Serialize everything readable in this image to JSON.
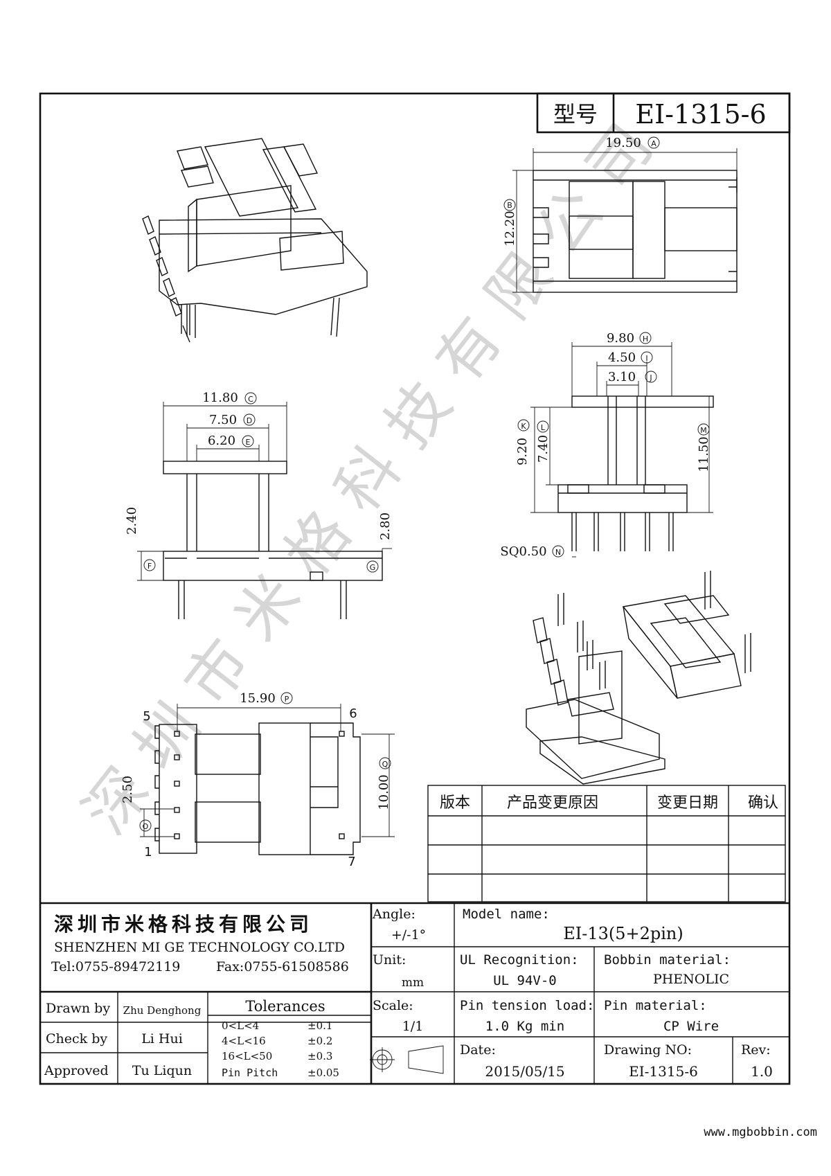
{
  "header": {
    "type_label": "型号",
    "model_code": "EI-1315-6"
  },
  "dimensions": {
    "a": "19.50",
    "b": "12.20",
    "c": "11.80",
    "d": "7.50",
    "e": "6.20",
    "f": "2.40",
    "g": "2.80",
    "h": "9.80",
    "i": "4.50",
    "j": "3.10",
    "k": "9.20",
    "l": "7.40",
    "m": "11.50",
    "n": "SQ0.50",
    "p": "15.90",
    "q": "10.00",
    "o": "2.50"
  },
  "markers": {
    "a": "A",
    "b": "B",
    "c": "C",
    "d": "D",
    "e": "E",
    "f": "F",
    "g": "G",
    "h": "H",
    "i": "I",
    "j": "J",
    "k": "K",
    "l": "L",
    "m": "M",
    "n": "N",
    "o": "O",
    "p": "P",
    "q": "Q"
  },
  "pins": {
    "p5": "5",
    "p6": "6",
    "p1": "1",
    "p7": "7"
  },
  "revision_table": {
    "headers": [
      "版本",
      "产品变更原因",
      "变更日期",
      "确认"
    ]
  },
  "company": {
    "name_cn": "深圳市米格科技有限公司",
    "name_en": "SHENZHEN  MI GE TECHNOLOGY  CO.LTD",
    "tel": "Tel:0755-89472119",
    "fax": "Fax:0755-61508586"
  },
  "title_block": {
    "angle_label": "Angle:",
    "angle_value": "+/-1°",
    "model_label": "Model name:",
    "model_value": "EI-13(5+2pin)",
    "unit_label": "Unit:",
    "unit_value": "mm",
    "ul_label": "UL Recognition:",
    "ul_value": "UL 94V-0",
    "bobbin_label": "Bobbin material:",
    "bobbin_value": "PHENOLIC",
    "scale_label": "Scale:",
    "scale_value": "1/1",
    "tension_label": "Pin tension load:",
    "tension_value": "1.0 Kg min",
    "pinmat_label": "Pin material:",
    "pinmat_value": "CP Wire",
    "date_label": "Date:",
    "date_value": "2015/05/15",
    "drawno_label": "Drawing NO:",
    "drawno_value": "EI-1315-6",
    "rev_label": "Rev:",
    "rev_value": "1.0"
  },
  "approvals": {
    "drawn_label": "Drawn by",
    "drawn_value": "Zhu Denghong",
    "check_label": "Check by",
    "check_value": "Li Hui",
    "approved_label": "Approved",
    "approved_value": "Tu Liqun"
  },
  "tolerances": {
    "title": "Tolerances",
    "rows": [
      {
        "range": "0<L<4",
        "value": "±0.1"
      },
      {
        "range": "4<L<16",
        "value": "±0.2"
      },
      {
        "range": "16<L<50",
        "value": "±0.3"
      },
      {
        "range": "Pin Pitch",
        "value": "±0.05"
      }
    ]
  },
  "watermark": "深圳市米格科技有限公司",
  "website": "www.mgbobbin.com"
}
